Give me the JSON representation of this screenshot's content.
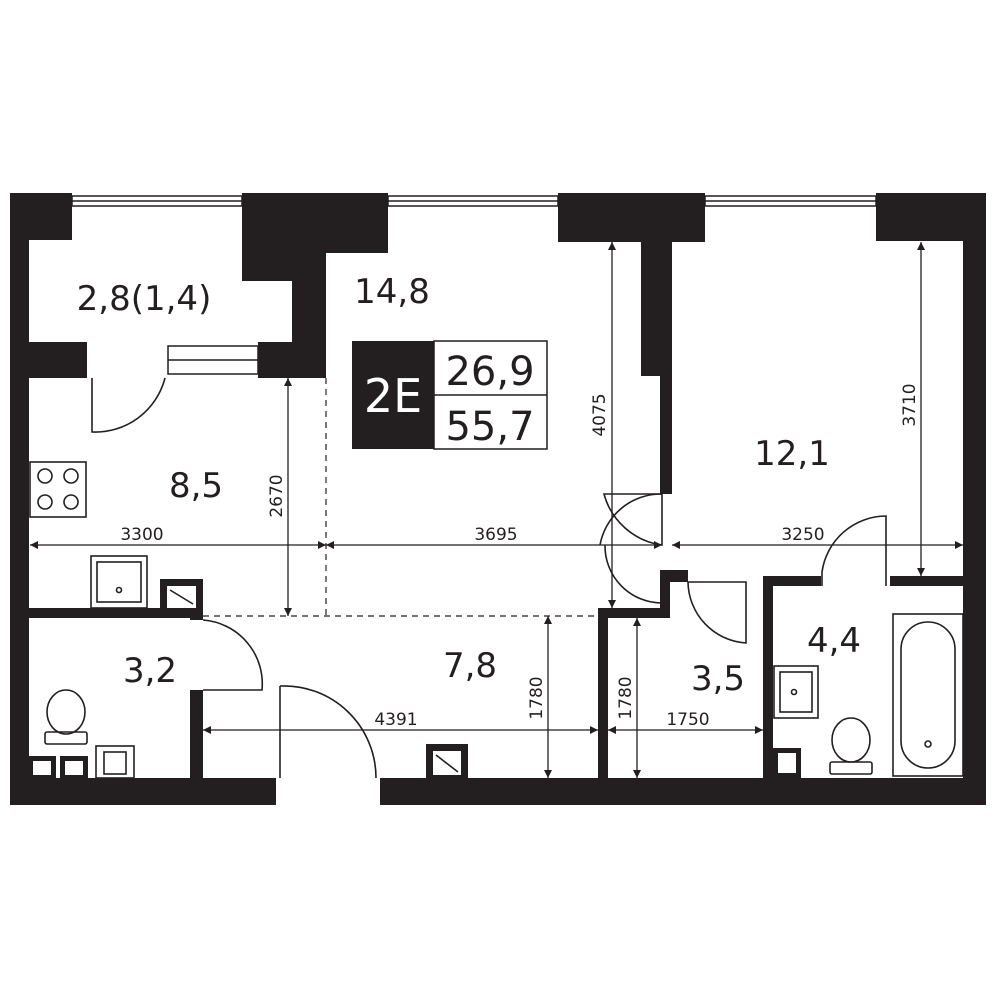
{
  "plan": {
    "badge": {
      "code": "2E",
      "living_area": "26,9",
      "total_area": "55,7"
    },
    "rooms": {
      "balcony": "2,8(1,4)",
      "room_left": "14,8",
      "kitchen": "8,5",
      "room_right": "12,1",
      "bath_small": "3,2",
      "hall": "7,8",
      "closet": "3,5",
      "bathroom": "4,4"
    },
    "dimensions": {
      "d3300": "3300",
      "d2670": "2670",
      "d3695": "3695",
      "d4075": "4075",
      "d3250": "3250",
      "d3710": "3710",
      "d4391": "4391",
      "d1780a": "1780",
      "d1780b": "1780",
      "d1750": "1750"
    }
  }
}
